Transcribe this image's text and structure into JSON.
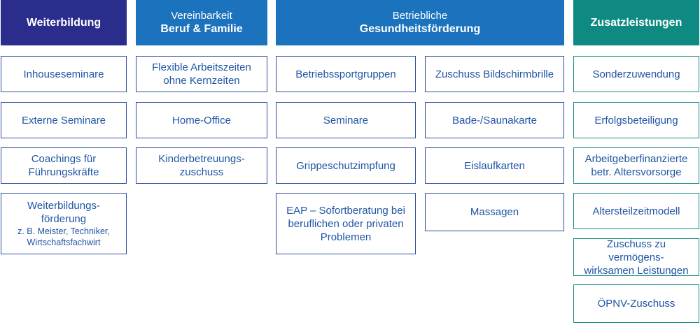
{
  "colors": {
    "header_dark_blue": "#2a2d8c",
    "header_blue": "#1b73bd",
    "header_teal": "#0e8a83",
    "box_text": "#1f55a4",
    "box_border_blue": "#2b4f9c",
    "box_border_teal": "#1a8a84"
  },
  "columns": {
    "weiterbildung": {
      "header": "Weiterbildung",
      "items": [
        {
          "line1": "Inhouseseminare"
        },
        {
          "line1": "Externe Seminare"
        },
        {
          "line1": "Coachings für",
          "line2": "Führungskräfte"
        },
        {
          "line1": "Weiterbildungs-",
          "line2": "förderung",
          "sub1": "z. B. Meister, Techniker,",
          "sub2": "Wirtschaftsfachwirt"
        }
      ]
    },
    "vereinbarkeit": {
      "header_line1": "Vereinbarkeit",
      "header_line2": "Beruf & Familie",
      "items": [
        {
          "line1": "Flexible Arbeitszeiten",
          "line2": "ohne Kernzeiten"
        },
        {
          "line1": "Home-Office"
        },
        {
          "line1": "Kinderbetreuungs-",
          "line2": "zuschuss"
        }
      ]
    },
    "gesundheit": {
      "header_line1": "Betriebliche",
      "header_line2": "Gesundheitsförderung",
      "left_items": [
        {
          "line1": "Betriebssportgruppen"
        },
        {
          "line1": "Seminare"
        },
        {
          "line1": "Grippeschutzimpfung"
        },
        {
          "line1": "EAP – Sofortberatung bei",
          "line2": "beruflichen oder privaten",
          "line3": "Problemen"
        }
      ],
      "right_items": [
        {
          "line1": "Zuschuss Bildschirmbrille"
        },
        {
          "line1": "Bade-/Saunakarte"
        },
        {
          "line1": "Eislaufkarten"
        },
        {
          "line1": "Massagen"
        }
      ]
    },
    "zusatzleistungen": {
      "header": "Zusatzleistungen",
      "items": [
        {
          "line1": "Sonderzuwendung"
        },
        {
          "line1": "Erfolgsbeteiligung"
        },
        {
          "line1": "Arbeitgeberfinanzierte",
          "line2": "betr. Altersvorsorge"
        },
        {
          "line1": "Altersteilzeitmodell"
        },
        {
          "line1": "Zuschuss zu vermögens-",
          "line2": "wirksamen Leistungen"
        },
        {
          "line1": "ÖPNV-Zuschuss"
        }
      ]
    }
  }
}
